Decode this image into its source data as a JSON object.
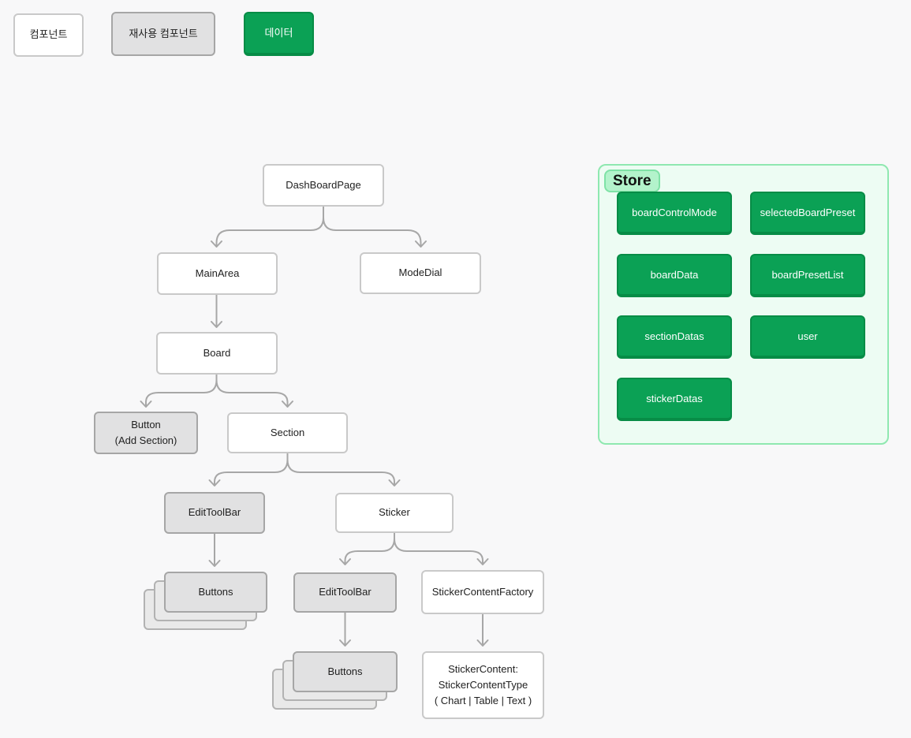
{
  "legend": {
    "items": [
      {
        "label": "컴포넌트",
        "type": "component"
      },
      {
        "label": "재사용 컴포넌트",
        "type": "reusable-component"
      },
      {
        "label": "데이터",
        "type": "data"
      }
    ]
  },
  "nodes": {
    "dashBoardPage": {
      "label": "DashBoardPage"
    },
    "mainArea": {
      "label": "MainArea"
    },
    "modeDial": {
      "label": "ModeDial"
    },
    "board": {
      "label": "Board"
    },
    "addSectionButton": {
      "line1": "Button",
      "line2": "(Add Section)"
    },
    "section": {
      "label": "Section"
    },
    "editToolBarSection": {
      "label": "EditToolBar"
    },
    "sticker": {
      "label": "Sticker"
    },
    "buttonsSection": {
      "label": "Buttons"
    },
    "editToolBarSticker": {
      "label": "EditToolBar"
    },
    "stickerContentFactory": {
      "label": "StickerContentFactory"
    },
    "buttonsSticker": {
      "label": "Buttons"
    },
    "stickerContent": {
      "line1": "StickerContent:",
      "line2": "StickerContentType",
      "line3": "( Chart | Table | Text )"
    }
  },
  "store": {
    "title": "Store",
    "items": [
      "boardControlMode",
      "selectedBoardPreset",
      "boardData",
      "boardPresetList",
      "sectionDatas",
      "user",
      "stickerDatas"
    ]
  },
  "colors": {
    "page_bg": "#f8f8f9",
    "data_green_fill": "#0ba155",
    "data_green_border": "#078c46",
    "store_bg": "#edfcf3",
    "store_border": "#8fe8b0",
    "store_tag_bg": "#b3f3cb",
    "reusable_fill": "#e1e1e2",
    "reusable_border": "#a6a6a6",
    "component_border": "#c9c9c9",
    "arrow": "#a7a7a7"
  }
}
